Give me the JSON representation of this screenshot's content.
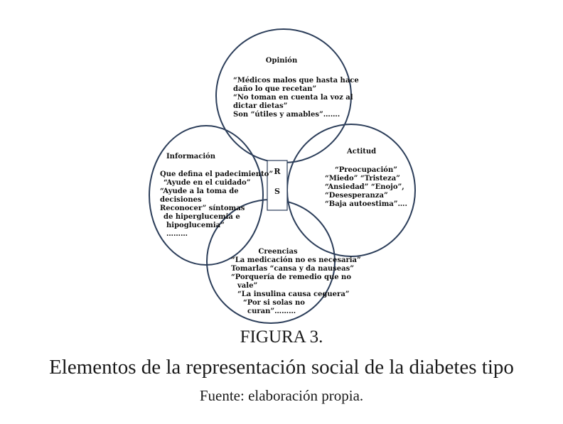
{
  "diagram": {
    "center_box": {
      "top": "R",
      "bottom": "S"
    },
    "circles": {
      "opinion": {
        "title": "Opinión",
        "lines": [
          "“Médicos malos que hasta hace",
          "daño lo que recetan”",
          "“No toman en cuenta la voz al",
          "dictar dietas”",
          "Son “útiles y amables”……."
        ]
      },
      "informacion": {
        "title": "Información",
        "lines": [
          "Que defina el padecimiento”",
          "“Ayude en el cuidado”",
          "“Ayude a la toma de",
          "decisiones",
          "Reconocer” síntomas",
          "de hiperglucemia e",
          "hipoglucemia”",
          "………"
        ]
      },
      "actitud": {
        "title": "Actitud",
        "lines": [
          "“Preocupación”",
          "“Miedo” “Tristeza”",
          "“Ansiedad” “Enojo”,",
          "“Desesperanza”",
          "“Baja autoestima”…."
        ]
      },
      "creencias": {
        "title": "Creencias",
        "lines": [
          "“La medicación no es necesaria”",
          "Tomarlas “cansa y da nauseas”",
          "“Porquería de remedio que no",
          "vale”",
          "“La insulina causa ceguera”",
          "“Por si solas no",
          "curan”………"
        ]
      }
    }
  },
  "caption": {
    "label": "FIGURA 3.",
    "title": "Elementos de la representación social de la diabetes tipo",
    "source": "Fuente: elaboración propia."
  }
}
